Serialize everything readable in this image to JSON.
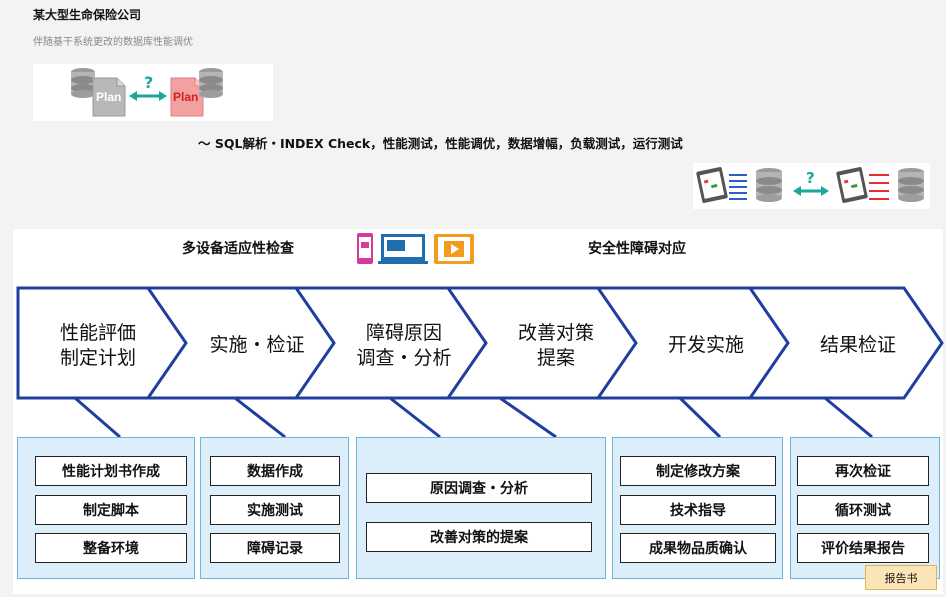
{
  "header": {
    "company": "某大型生命保险公司",
    "subtitle": "伴随基干系统更改的数据库性能调优",
    "plan_left": "Plan",
    "plan_right": "Plan",
    "question_mark": "?",
    "db_question_mark": "?",
    "topline": "～ SQL解析・INDEX Check，性能测试，性能调优，数据增幅，负载测试，运行测试"
  },
  "panel": {
    "multi_device": "多设备适应性检查",
    "security": "安全性障碍对应"
  },
  "steps": [
    {
      "line1": "性能評価",
      "line2": "制定计划"
    },
    {
      "line1": "实施・检证",
      "line2": ""
    },
    {
      "line1": "障碍原因",
      "line2": "调查・分析"
    },
    {
      "line1": "改善对策",
      "line2": "提案"
    },
    {
      "line1": "开发实施",
      "line2": ""
    },
    {
      "line1": "结果检证",
      "line2": ""
    }
  ],
  "boxes": [
    {
      "items": [
        "性能计划书作成",
        "制定脚本",
        "整备环境"
      ]
    },
    {
      "items": [
        "数据作成",
        "实施测试",
        "障碍记录"
      ]
    },
    {
      "items": [
        "原因调查・分析",
        "改善对策的提案"
      ]
    },
    {
      "items": [
        "制定修改方案",
        "技术指导",
        "成果物品质确认"
      ]
    },
    {
      "items": [
        "再次检证",
        "循环测试",
        "评价结果报告"
      ]
    }
  ],
  "report_label": "报告书",
  "colors": {
    "accent_blue": "#1f3ea0",
    "box_fill": "#dbeef9",
    "teal_arrow": "#1aa7a0",
    "report_fill": "#fbe4b5"
  }
}
